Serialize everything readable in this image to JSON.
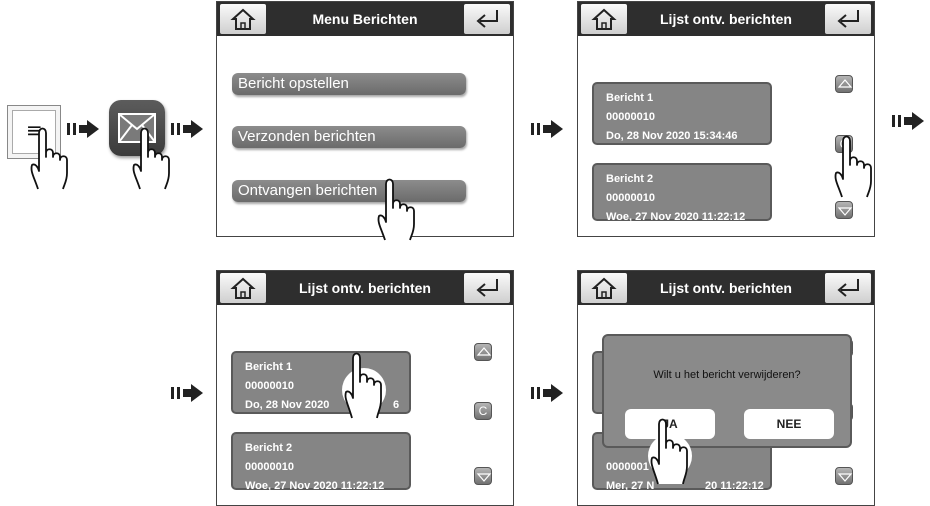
{
  "menu_screen": {
    "title": "Menu Berichten",
    "items": [
      {
        "label": "Bericht opstellen"
      },
      {
        "label": "Verzonden berichten"
      },
      {
        "label": "Ontvangen berichten"
      }
    ]
  },
  "list_screen": {
    "title": "Lijst ontv. berichten",
    "messages": [
      {
        "name": "Bericht 1",
        "number": "00000010",
        "date": "Do, 28 Nov 2020 15:34:46"
      },
      {
        "name": "Bericht 2",
        "number": "00000010",
        "date": "Woe, 27 Nov 2020 11:22:12"
      }
    ],
    "clear_button": "C"
  },
  "list_screen_2": {
    "title": "Lijst ontv. berichten",
    "messages": [
      {
        "name": "Bericht 1",
        "number": "00000010",
        "date_visible": "Do, 28 Nov 2020",
        "date_tail": "6"
      },
      {
        "name": "Bericht 2",
        "number": "00000010",
        "date": "Woe, 27 Nov 2020 11:22:12"
      }
    ],
    "clear_button": "C"
  },
  "confirm_screen": {
    "title": "Lijst ontv. berichten",
    "dialog_text": "Wilt u het bericht verwijderen?",
    "yes_label": "JA",
    "no_label": "NEE",
    "behind_number": "0000001",
    "behind_date_start": "Mer, 27 N",
    "behind_date_end": "20 11:22:12"
  },
  "device_button": {
    "icon": "≡"
  },
  "icons": [
    "menu-button-icon",
    "envelope-icon",
    "home-icon",
    "back-icon",
    "scroll-up-icon",
    "scroll-down-icon",
    "pointing-hand-icon",
    "arrow-right-icon"
  ],
  "colors": {
    "header": "#2e2e2e",
    "pill": "#7a7a7a",
    "card": "#858585"
  }
}
